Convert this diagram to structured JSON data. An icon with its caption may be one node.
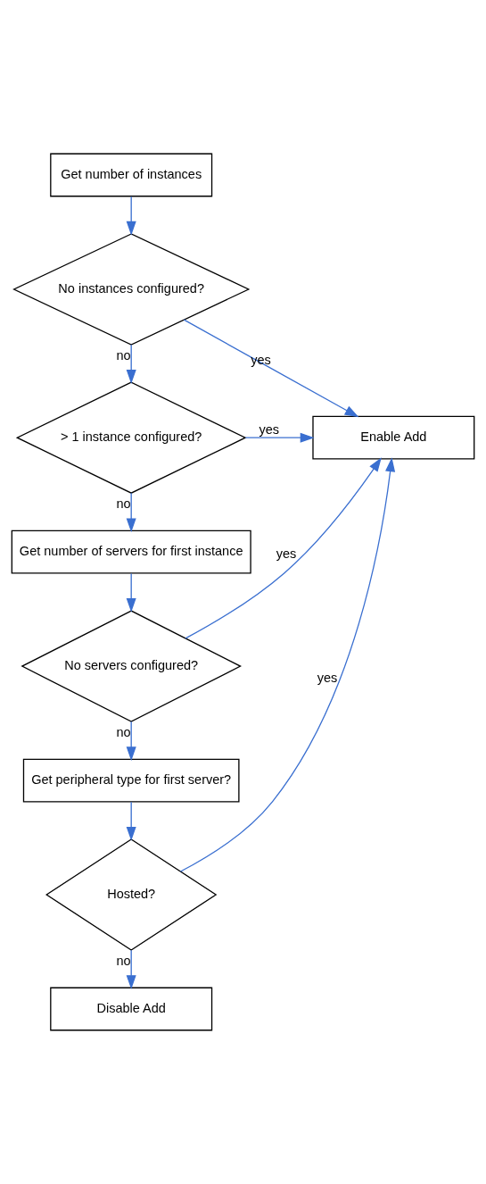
{
  "diagram": {
    "nodes": [
      {
        "text": [
          "Get number of instances"
        ]
      },
      {
        "text": [
          "No instances configured?"
        ]
      },
      {
        "text": [
          "> 1 instance configured?"
        ]
      },
      {
        "text": [
          "Enable Add"
        ]
      },
      {
        "text": [
          "Get number of servers for first instance"
        ]
      },
      {
        "text": [
          "No servers configured?"
        ]
      },
      {
        "text": [
          "Get peripheral type for first server?"
        ]
      },
      {
        "text": [
          "Hosted?"
        ]
      },
      {
        "text": [
          "Disable Add"
        ]
      }
    ],
    "edges": [
      {
        "from": 0,
        "to": 1,
        "arrow": "to"
      },
      {
        "from": 1,
        "to": 3,
        "arrow": "to",
        "label": "yes"
      },
      {
        "from": 1,
        "to": 2,
        "arrow": "to",
        "label": "no"
      },
      {
        "from": 2,
        "to": 3,
        "arrow": "to",
        "label": "yes"
      },
      {
        "from": 2,
        "to": 4,
        "arrow": "to",
        "label": "no"
      },
      {
        "from": 4,
        "to": 5,
        "arrow": "to"
      },
      {
        "from": 5,
        "to": 3,
        "arrow": "to",
        "label": "yes"
      },
      {
        "from": 5,
        "to": 6,
        "arrow": "to",
        "label": "no"
      },
      {
        "from": 6,
        "to": 7,
        "arrow": "to"
      },
      {
        "from": 7,
        "to": 3,
        "arrow": "to",
        "label": "yes"
      },
      {
        "from": 7,
        "to": 8,
        "arrow": "to",
        "label": "no"
      }
    ]
  }
}
